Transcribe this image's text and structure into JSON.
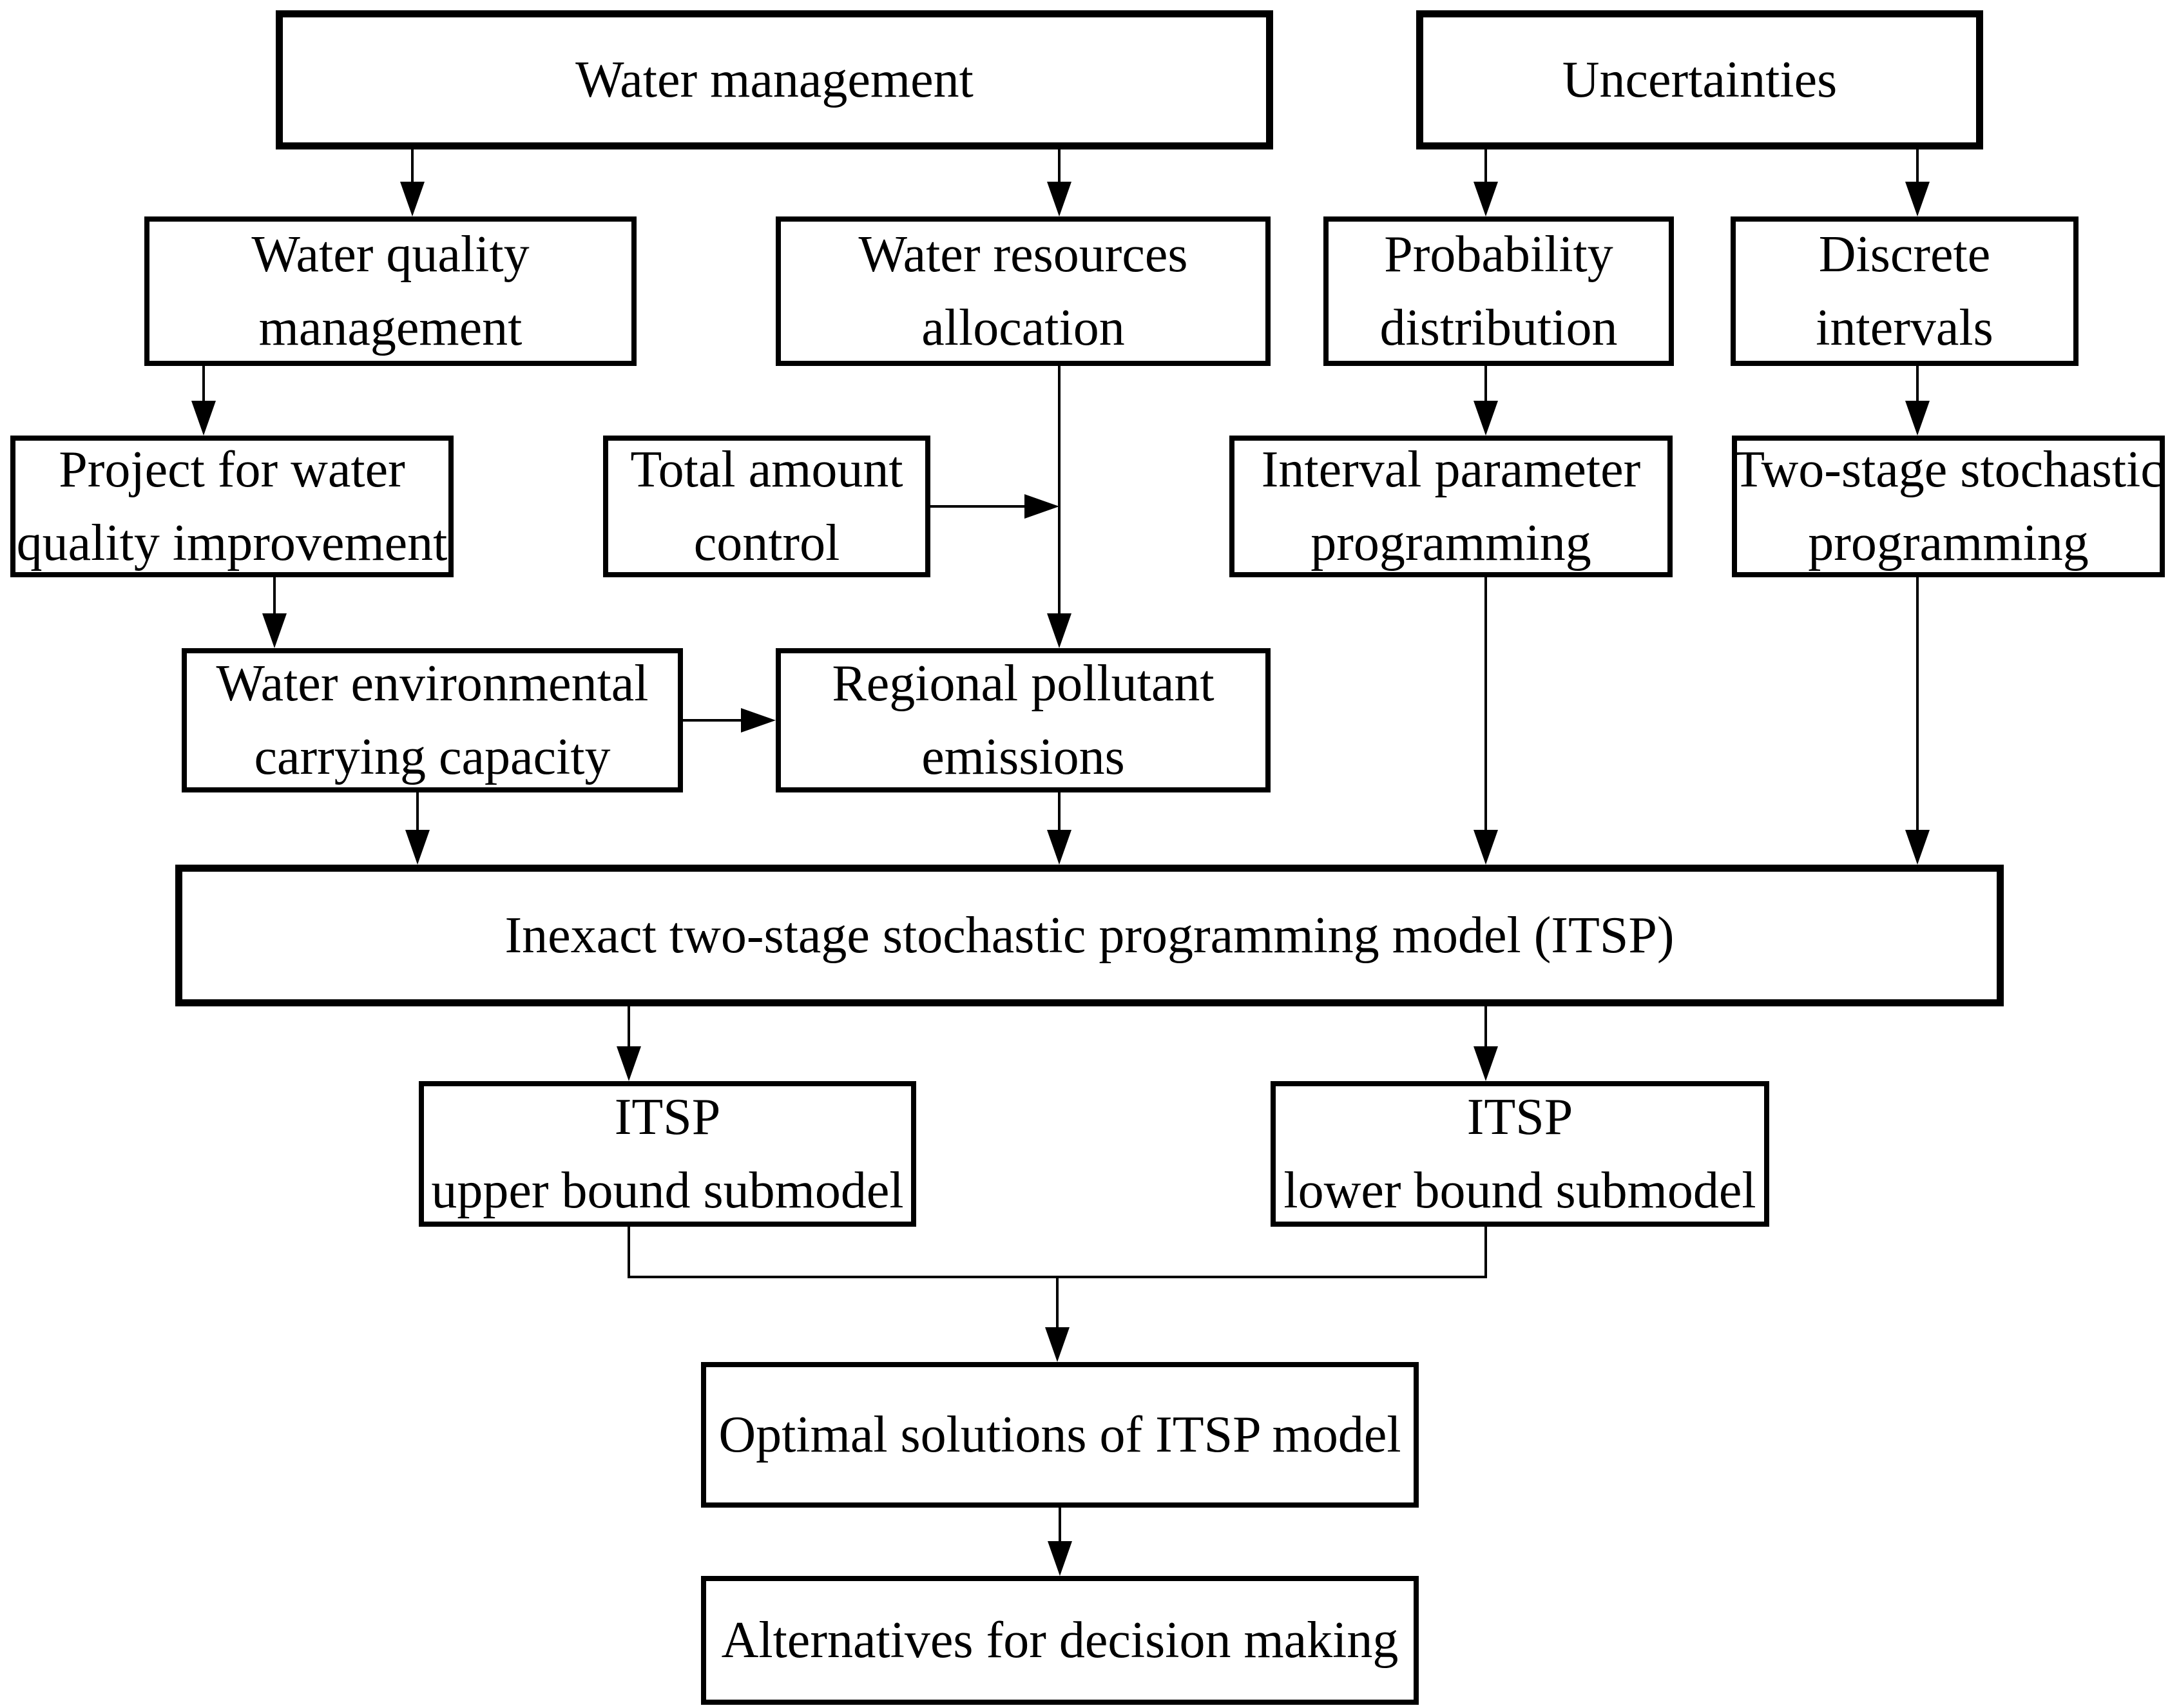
{
  "figure": {
    "type": "flowchart",
    "ink_color": "#000000",
    "background_color": "#ffffff"
  },
  "nodes": {
    "water_management": {
      "lines": [
        "Water management"
      ]
    },
    "uncertainties": {
      "lines": [
        "Uncertainties"
      ]
    },
    "water_quality_management": {
      "lines": [
        "Water quality",
        "management"
      ]
    },
    "water_resources_allocation": {
      "lines": [
        "Water resources",
        "allocation"
      ]
    },
    "probability_distribution": {
      "lines": [
        "Probability",
        "distribution"
      ]
    },
    "discrete_intervals": {
      "lines": [
        "Discrete",
        "intervals"
      ]
    },
    "project_water_quality": {
      "lines": [
        "Project for water",
        "quality improvement"
      ]
    },
    "total_amount_control": {
      "lines": [
        "Total amount",
        "control"
      ]
    },
    "interval_parameter_programming": {
      "lines": [
        "Interval parameter",
        "programming"
      ]
    },
    "two_stage_stochastic_programming": {
      "lines": [
        "Two-stage stochastic",
        "programming"
      ]
    },
    "water_environmental_carrying_capacity": {
      "lines": [
        "Water environmental",
        "carrying capacity"
      ]
    },
    "regional_pollutant_emissions": {
      "lines": [
        "Regional pollutant",
        "emissions"
      ]
    },
    "itsp_model": {
      "lines": [
        "Inexact two-stage stochastic programming model (ITSP)"
      ]
    },
    "itsp_upper_bound_submodel": {
      "lines": [
        "ITSP",
        "upper bound submodel"
      ]
    },
    "itsp_lower_bound_submodel": {
      "lines": [
        "ITSP",
        "lower bound submodel"
      ]
    },
    "optimal_solutions": {
      "lines": [
        "Optimal solutions of ITSP model"
      ]
    },
    "alternatives": {
      "lines": [
        "Alternatives for decision making"
      ]
    }
  },
  "edges": [
    {
      "from": "water_management",
      "to": "water_quality_management"
    },
    {
      "from": "water_management",
      "to": "water_resources_allocation"
    },
    {
      "from": "uncertainties",
      "to": "probability_distribution"
    },
    {
      "from": "uncertainties",
      "to": "discrete_intervals"
    },
    {
      "from": "water_quality_management",
      "to": "project_water_quality"
    },
    {
      "from": "project_water_quality",
      "to": "water_environmental_carrying_capacity"
    },
    {
      "from": "water_resources_allocation",
      "to": "regional_pollutant_emissions"
    },
    {
      "from": "total_amount_control",
      "to": "regional_pollutant_emissions"
    },
    {
      "from": "water_environmental_carrying_capacity",
      "to": "regional_pollutant_emissions"
    },
    {
      "from": "probability_distribution",
      "to": "interval_parameter_programming"
    },
    {
      "from": "discrete_intervals",
      "to": "two_stage_stochastic_programming"
    },
    {
      "from": "water_environmental_carrying_capacity",
      "to": "itsp_model"
    },
    {
      "from": "regional_pollutant_emissions",
      "to": "itsp_model"
    },
    {
      "from": "interval_parameter_programming",
      "to": "itsp_model"
    },
    {
      "from": "two_stage_stochastic_programming",
      "to": "itsp_model"
    },
    {
      "from": "itsp_model",
      "to": "itsp_upper_bound_submodel"
    },
    {
      "from": "itsp_model",
      "to": "itsp_lower_bound_submodel"
    },
    {
      "from": "itsp_upper_bound_submodel",
      "to": "optimal_solutions"
    },
    {
      "from": "itsp_lower_bound_submodel",
      "to": "optimal_solutions"
    },
    {
      "from": "optimal_solutions",
      "to": "alternatives"
    }
  ]
}
